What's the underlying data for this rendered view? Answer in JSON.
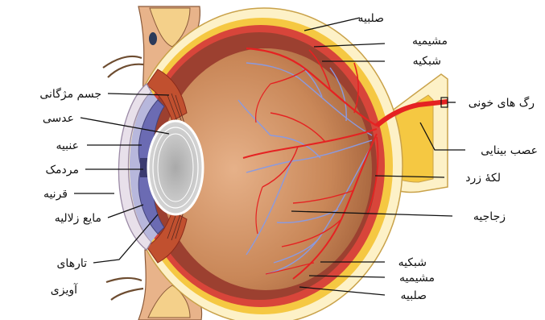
{
  "colors": {
    "sclera": "#fdf1c7",
    "sclera_stroke": "#c9a24a",
    "choroid": "#d8453a",
    "retina_band": "#f5c842",
    "vitreous_inner": "#d9a172",
    "vitreous_outer": "#a8653e",
    "vessel_red": "#e52222",
    "vessel_blue": "#8a9ae0",
    "lens": "#c8c8c8",
    "iris": "#6b6bb3",
    "cornea": "#e8e0ea",
    "eyelid": "#e8b38a",
    "muscle": "#c1502f"
  },
  "labels": {
    "sclera_top": "صلبیه",
    "choroid_top": "مشیمیه",
    "retina_top": "شبکیه",
    "ciliary_body": "جسم مژگانی",
    "lens": "عدسی",
    "iris": "عنبیه",
    "pupil": "مردمک",
    "cornea": "قرنیه",
    "aqueous_humor": "مایع زلالیه",
    "zonular_fibers_line1": "تارهای",
    "zonular_fibers_line2": "آویزی",
    "blood_vessels": "رگ های خونی",
    "optic_nerve": "عصب بینایی",
    "macula": "لکهٔ زرد",
    "vitreous": "زجاجیه",
    "retina_bottom": "شبکیه",
    "choroid_bottom": "مشیمیه",
    "sclera_bottom": "صلبیه"
  }
}
